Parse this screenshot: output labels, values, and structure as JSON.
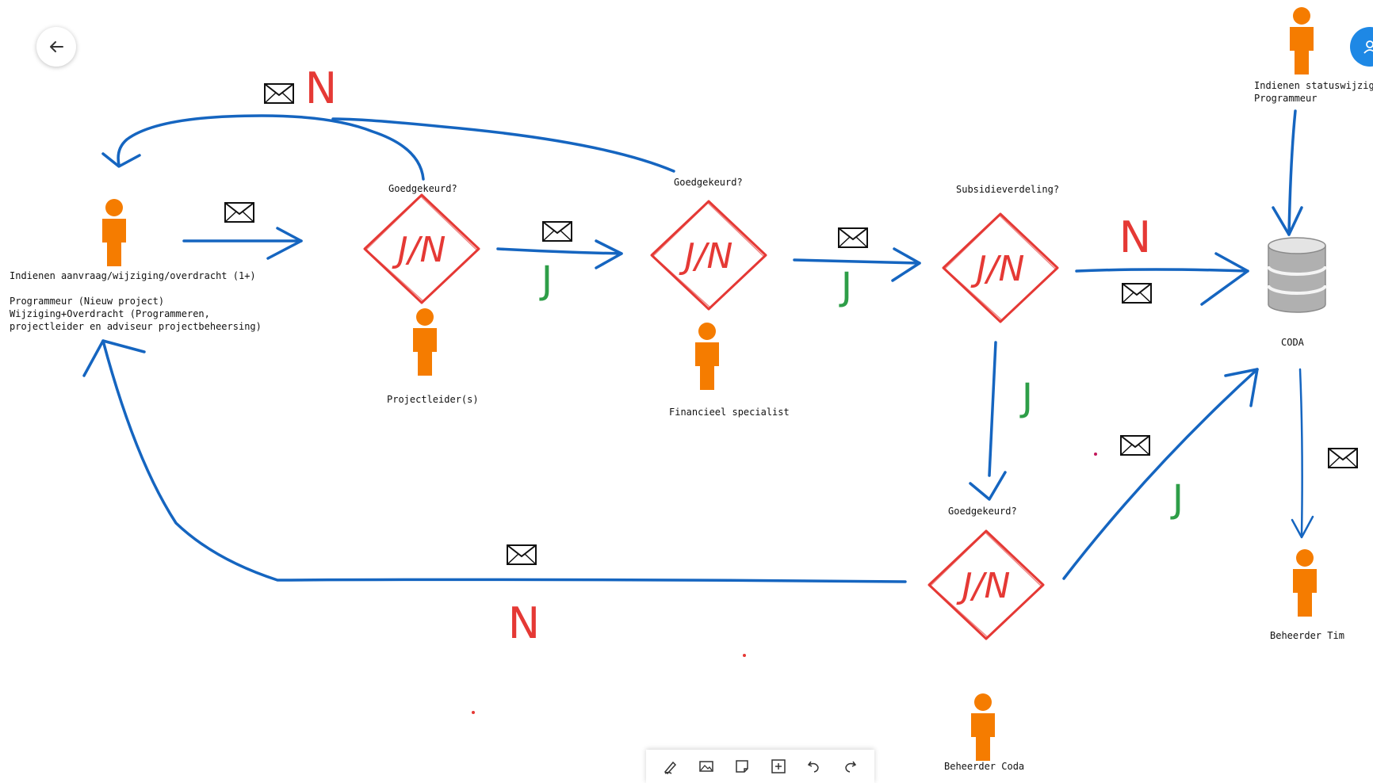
{
  "nodes": {
    "applicant": {
      "label": "Indienen aanvraag/wijziging/overdracht (1+)",
      "detail_1": "Programmeur (Nieuw project)",
      "detail_2": "Wijziging+Overdracht (Programmeren,\nprojectleider en adviseur projectbeheersing)"
    },
    "decision_1": {
      "label": "Goedgekeurd?",
      "text": "J/N"
    },
    "decision_2": {
      "label": "Goedgekeurd?",
      "text": "J/N"
    },
    "decision_3": {
      "label": "Subsidieverdeling?",
      "text": "J/N"
    },
    "decision_4": {
      "label": "Goedgekeurd?",
      "text": "J/N"
    },
    "projectleider": {
      "label": "Projectleider(s)"
    },
    "financieel": {
      "label": "Financieel specialist"
    },
    "beheerder_coda": {
      "label": "Beheerder Coda"
    },
    "status_change": {
      "label": "Indienen statuswijziging",
      "sub": "Programmeur"
    },
    "coda_db": {
      "label": "CODA"
    },
    "beheerder_tim": {
      "label": "Beheerder Tim"
    }
  },
  "edge_labels": {
    "yes": "J",
    "no": "N"
  },
  "icons": {
    "back": "back-arrow-icon",
    "user": "user-icon",
    "mail": "envelope-icon",
    "person": "person-icon",
    "database": "database-icon"
  },
  "colors": {
    "arrow": "#1565c0",
    "decision": "#e53935",
    "yes": "#2e9e48",
    "no": "#e53935",
    "person": "#f57c00",
    "accent": "#1e88e5"
  },
  "toolbar": {
    "tools": [
      "pen-icon",
      "image-icon",
      "sticky-note-icon",
      "add-icon",
      "undo-icon",
      "redo-icon"
    ]
  }
}
